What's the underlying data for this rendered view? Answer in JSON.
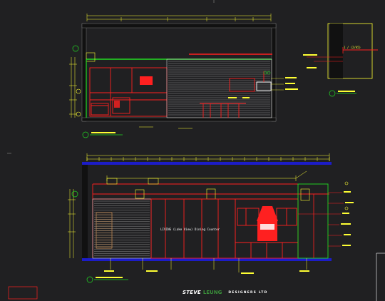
{
  "company": {
    "brand": "STEVE",
    "brand_suffix": "LEUNG",
    "tagline": "DESIGNERS LTD"
  },
  "upper_elevation": {
    "callout_label": "1 / (2/A5)"
  },
  "lower_elevation": {
    "room_label": "LIVING (Lake View) Dining Counter"
  },
  "colors": {
    "background": "#202022",
    "wall": "#111111",
    "dimension": "#ffff33",
    "outline": "#ff2020",
    "green": "#22dd22",
    "blue": "#1c1cc8",
    "white": "#ffffff",
    "gray": "#8a8a8a"
  }
}
